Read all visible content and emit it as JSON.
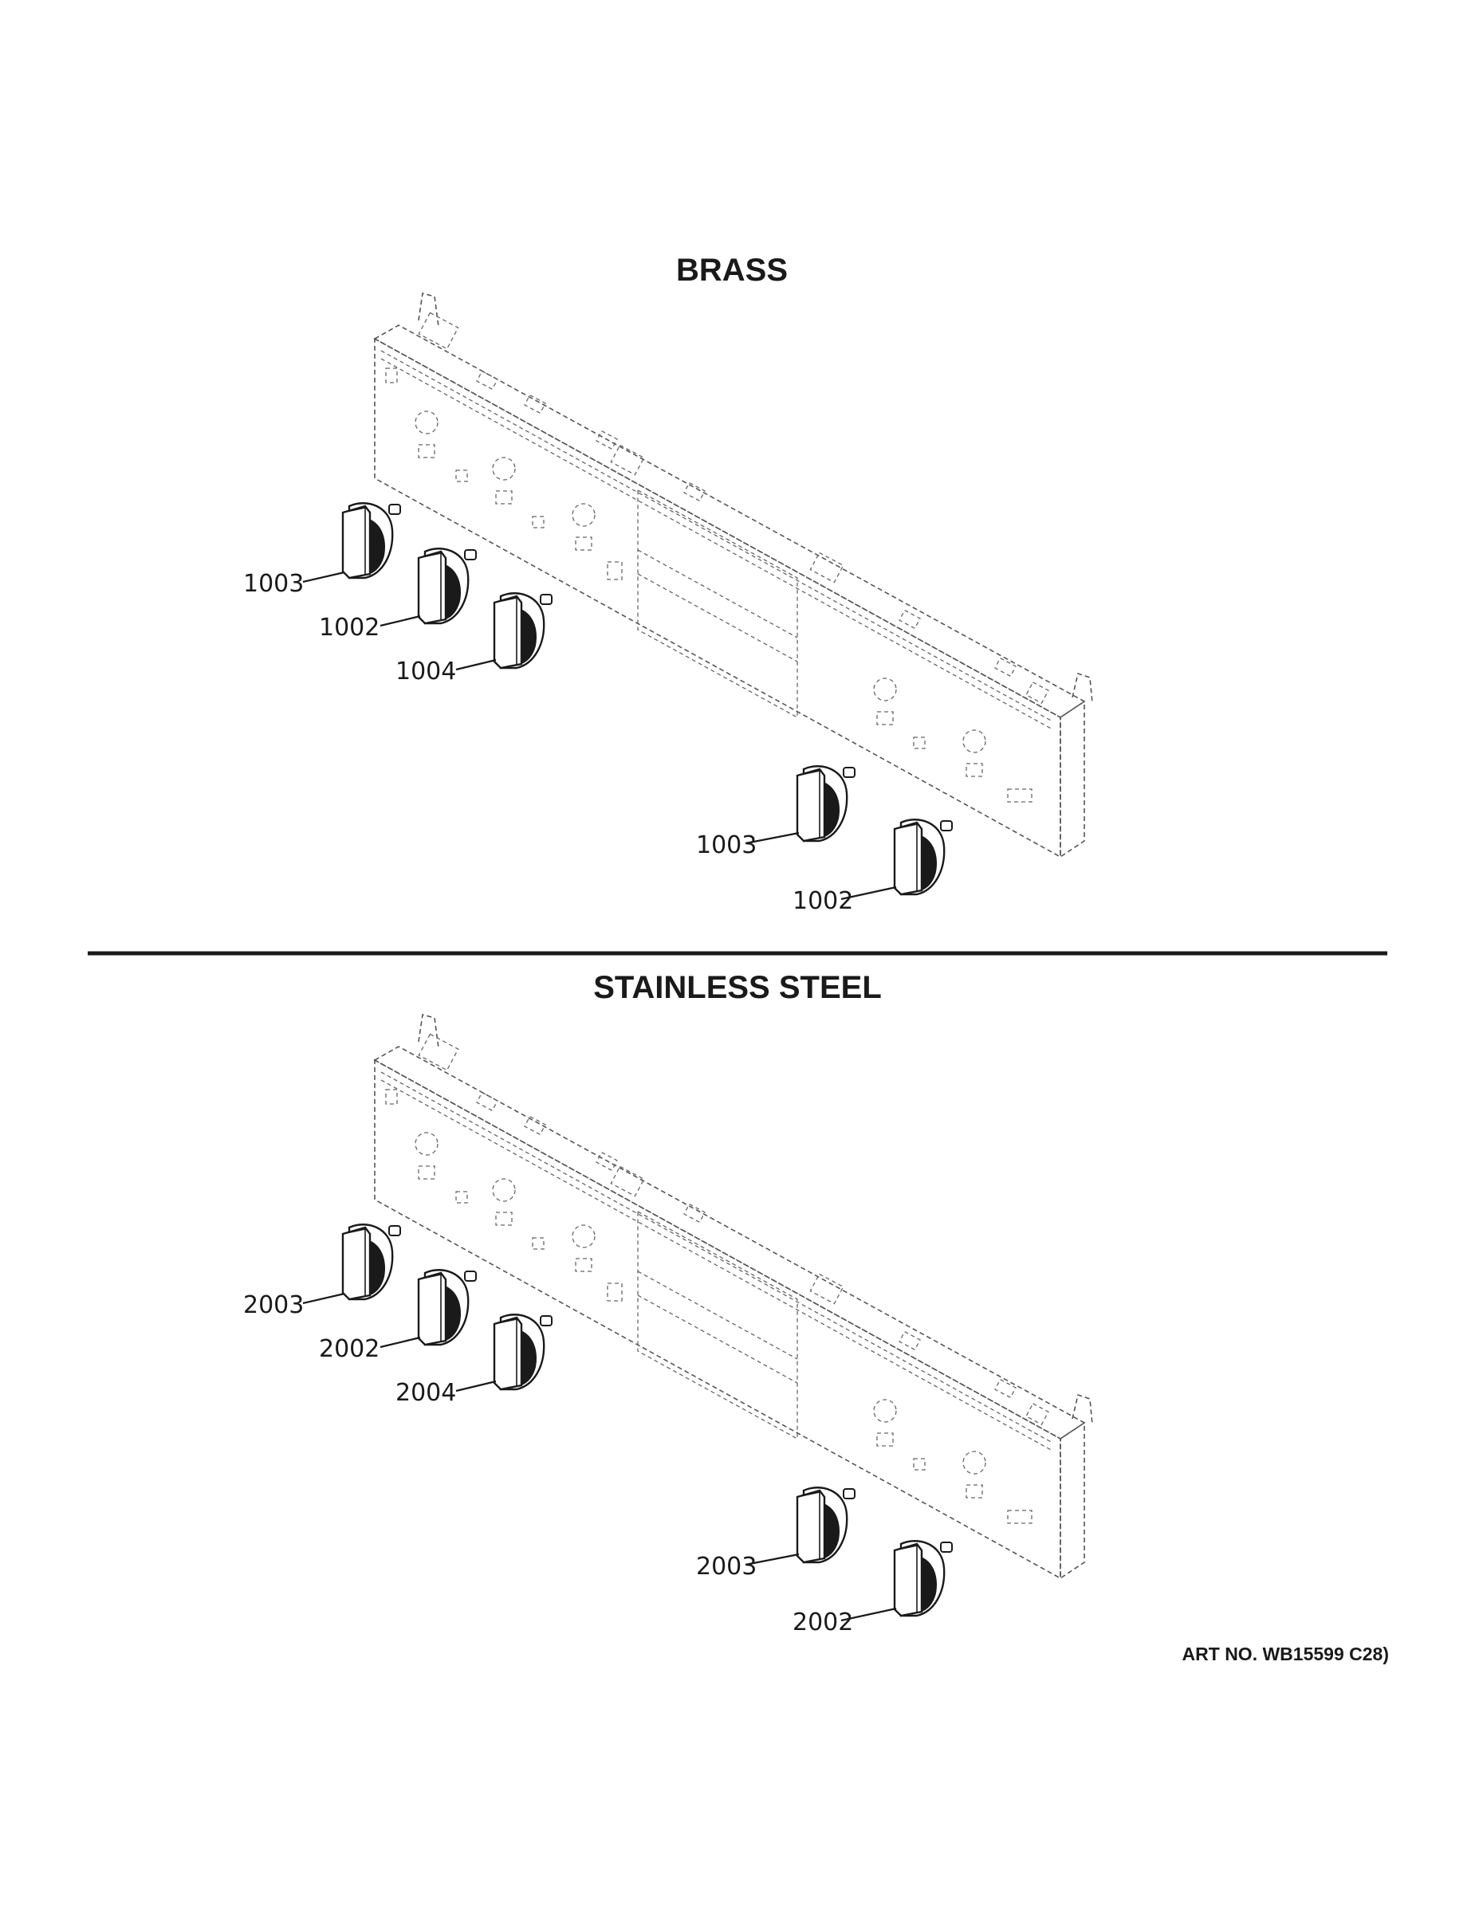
{
  "sections": [
    {
      "title": "BRASS",
      "callouts": [
        "1003",
        "1002",
        "1004",
        "1003",
        "1002"
      ]
    },
    {
      "title": "STAINLESS STEEL",
      "callouts": [
        "2003",
        "2002",
        "2004",
        "2003",
        "2002"
      ]
    }
  ],
  "art_number": "ART NO. WB15599 C28)"
}
